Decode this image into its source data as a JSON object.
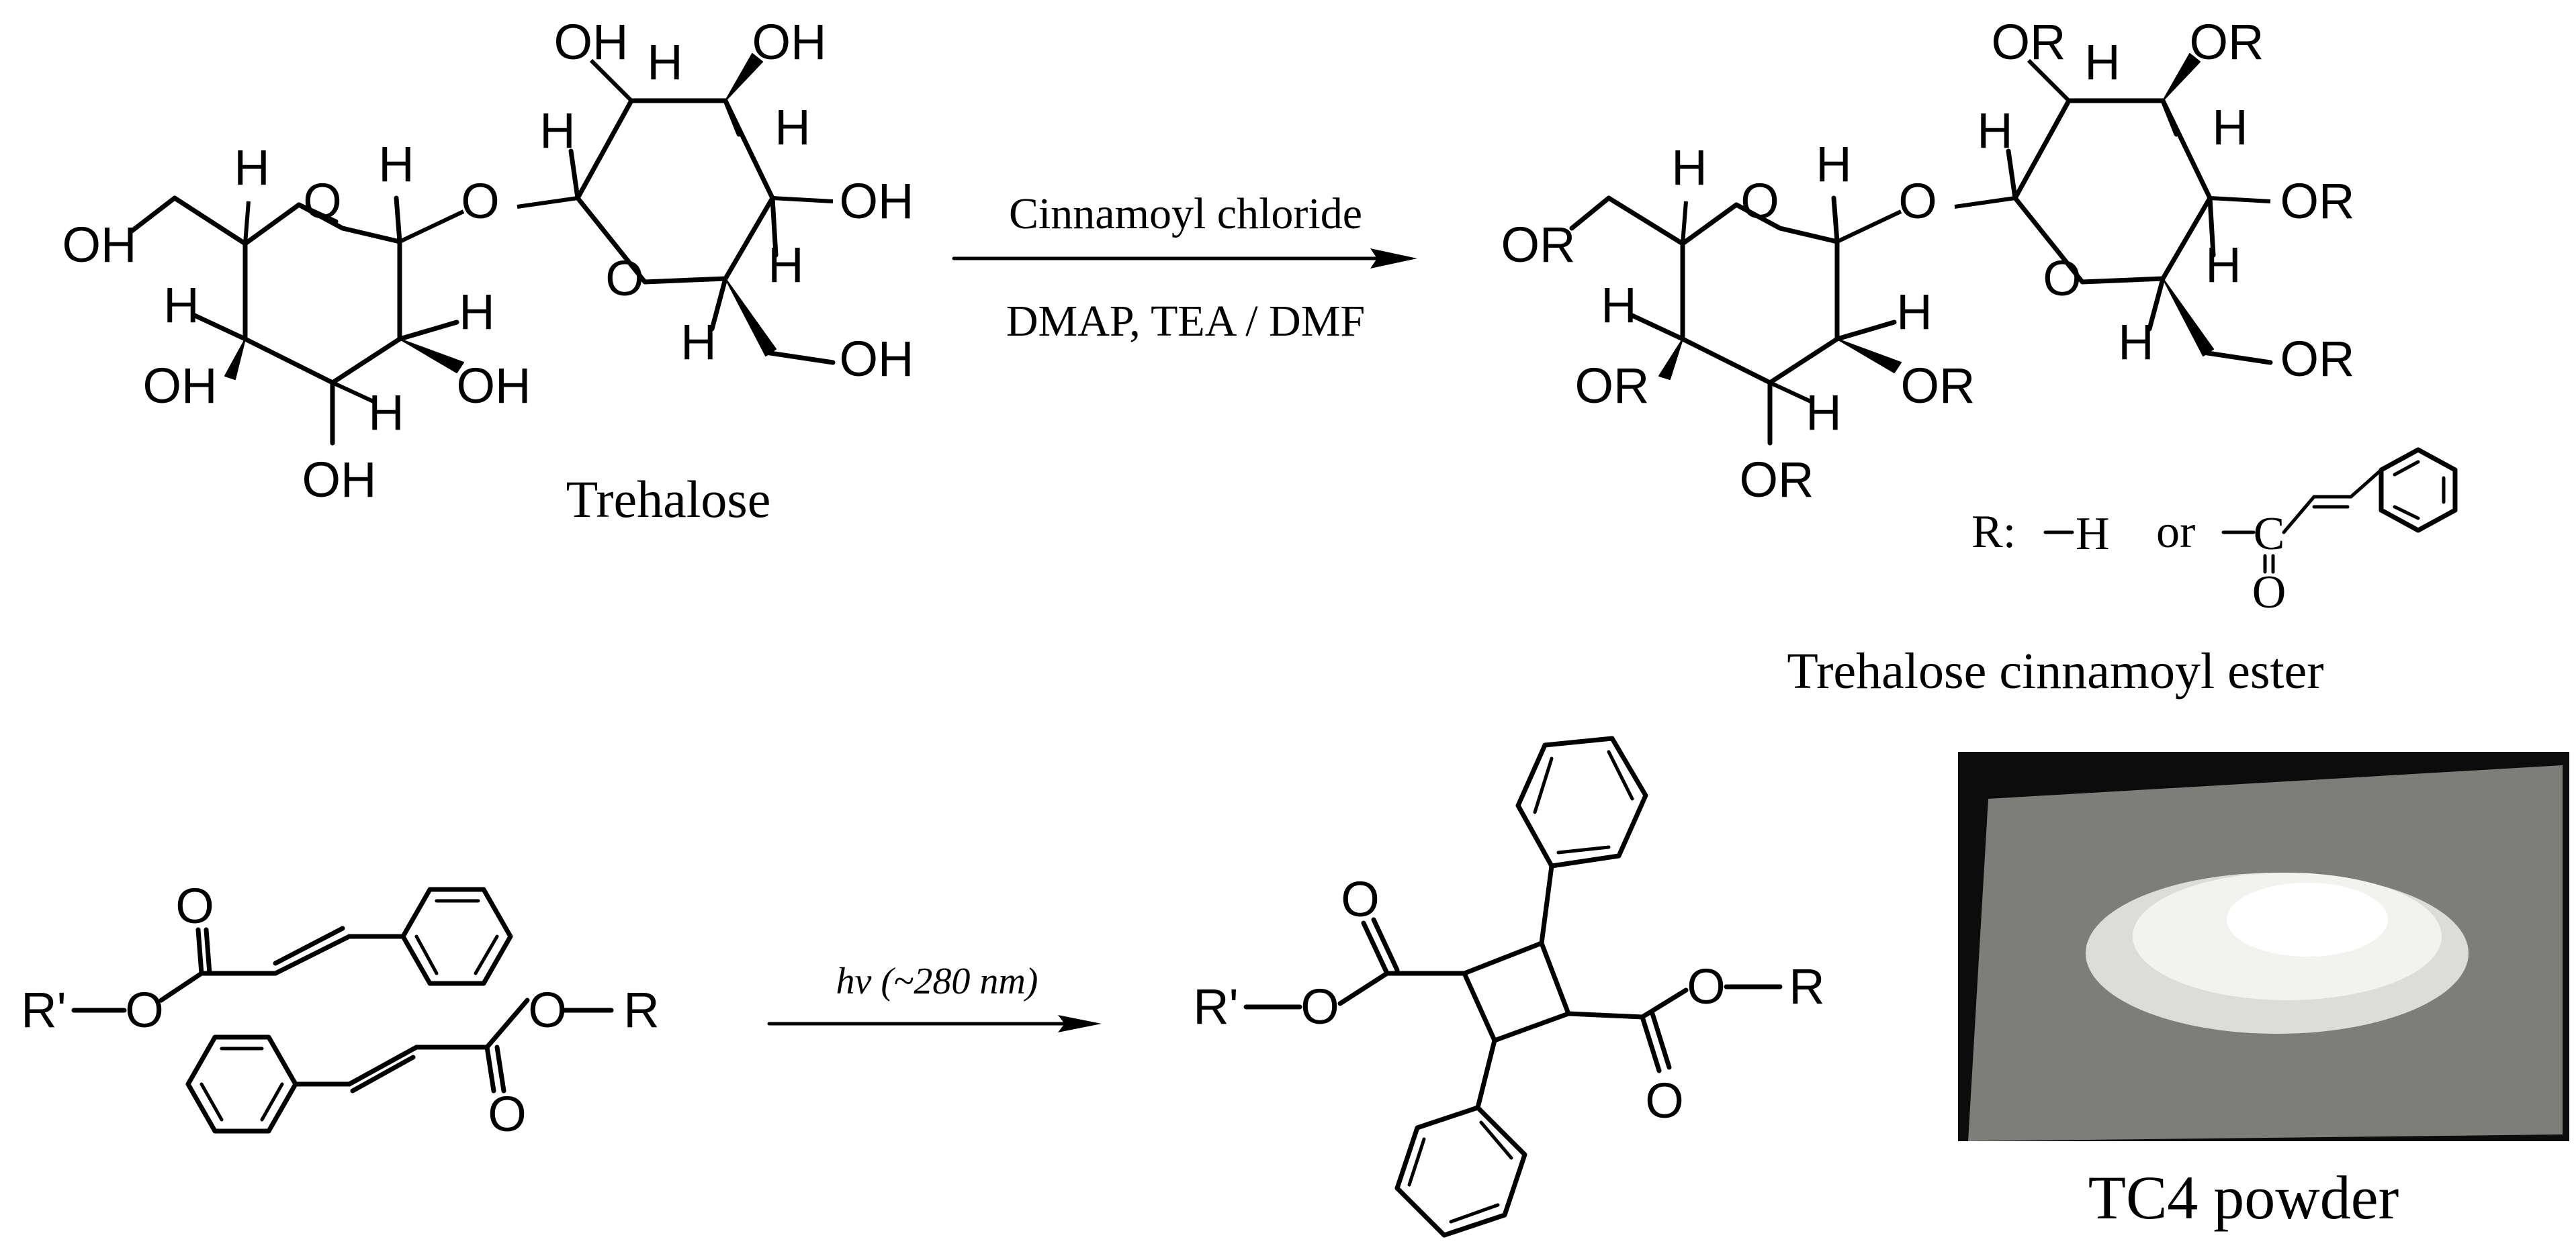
{
  "atoms": {
    "OH": "OH",
    "O": "O",
    "H": "H",
    "OR": "OR",
    "R": "R",
    "R_prime": "R'",
    "C": "C"
  },
  "reaction1": {
    "reagent_top": "Cinnamoyl chloride",
    "reagent_bottom": "DMAP, TEA / DMF"
  },
  "reaction2": {
    "condition": "hν (~280 nm)"
  },
  "labels": {
    "trehalose": "Trehalose",
    "product": "Trehalose cinnamoyl ester",
    "r_definition": "R:",
    "r_or": "or",
    "r_hydrogen": "H",
    "photo_caption": "TC4 powder"
  },
  "colors": {
    "ink": "#000000",
    "photo_background": "#0c0c0c",
    "sheet": "#7d7e7a",
    "powder": "#f2f2ee"
  }
}
